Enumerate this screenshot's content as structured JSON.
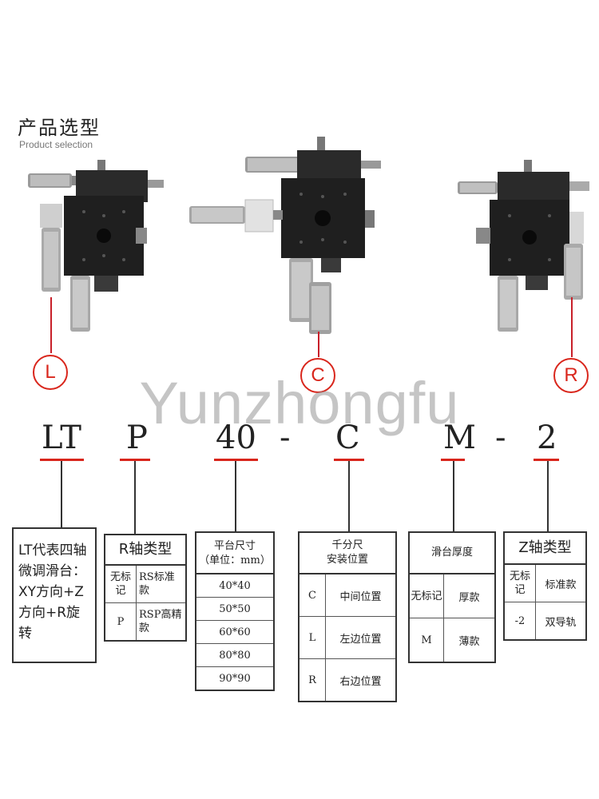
{
  "header": {
    "title": "产品选型",
    "subtitle": "Product selection"
  },
  "watermark": "Yunzhongfu",
  "positions": {
    "left": "L",
    "center": "C",
    "right": "R"
  },
  "code": {
    "seg1": "LT",
    "seg2": "P",
    "seg3": "40",
    "dash1": "-",
    "seg4": "C",
    "seg5": "M",
    "dash2": "-",
    "seg6": "2"
  },
  "lt_box": {
    "text": "LT代表四轴微调滑台：XY方向+Z方向+R旋转"
  },
  "r_axis": {
    "title": "R轴类型",
    "rows": [
      {
        "code": "无标记",
        "desc": "RS标准款"
      },
      {
        "code": "P",
        "desc": "RSP高精款"
      }
    ]
  },
  "platform": {
    "title": "平台尺寸",
    "unit": "（单位：mm）",
    "sizes": [
      "40*40",
      "50*50",
      "60*60",
      "80*80",
      "90*90"
    ]
  },
  "micrometer": {
    "title": "千分尺",
    "title2": "安装位置",
    "rows": [
      {
        "code": "C",
        "desc": "中间位置"
      },
      {
        "code": "L",
        "desc": "左边位置"
      },
      {
        "code": "R",
        "desc": "右边位置"
      }
    ]
  },
  "thickness": {
    "title": "滑台厚度",
    "rows": [
      {
        "code": "无标记",
        "desc": "厚款"
      },
      {
        "code": "M",
        "desc": "薄款"
      }
    ]
  },
  "z_axis": {
    "title": "Z轴类型",
    "rows": [
      {
        "code": "无标记",
        "desc": "标准款"
      },
      {
        "code": "-2",
        "desc": "双导轨"
      }
    ]
  },
  "colors": {
    "accent": "#d9261c",
    "line": "#333333",
    "watermark": "#969696"
  }
}
